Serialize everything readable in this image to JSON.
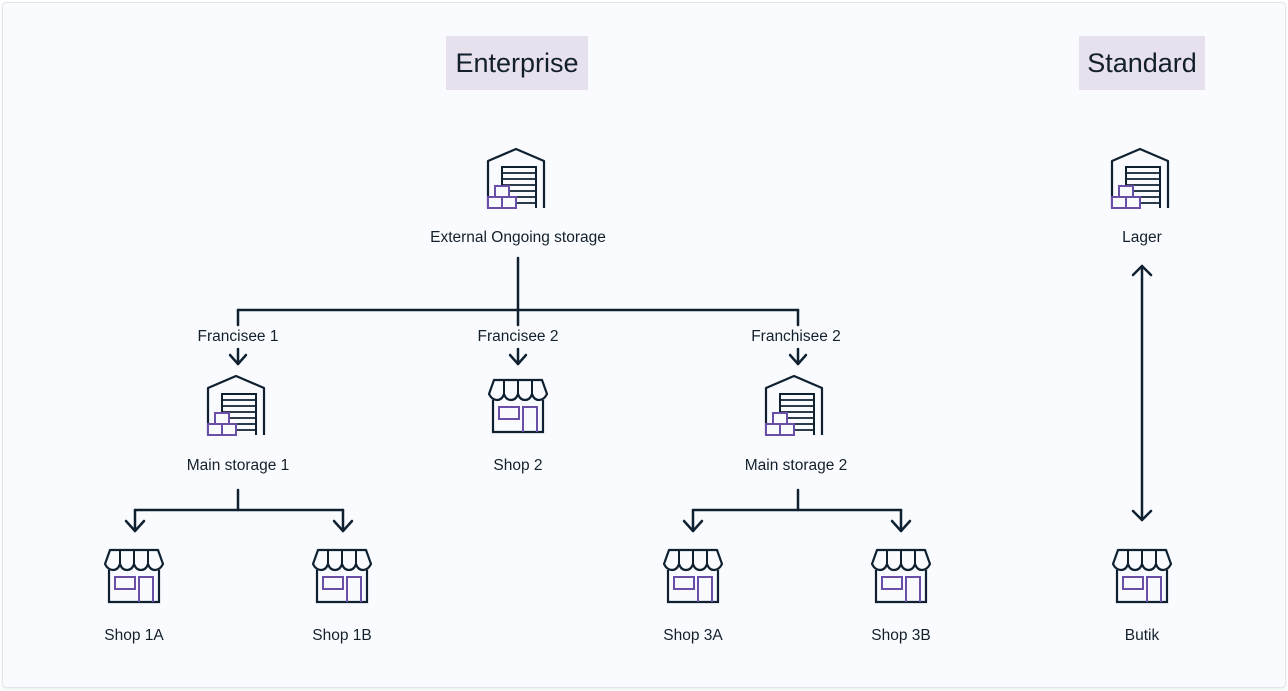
{
  "headings": {
    "enterprise": "Enterprise",
    "standard": "Standard"
  },
  "nodes": {
    "external_storage": "External Ongoing storage",
    "francisee_1": "Francisee 1",
    "francisee_2": "Francisee 2",
    "franchisee_2": "Franchisee 2",
    "main_storage_1": "Main storage 1",
    "shop_2": "Shop 2",
    "main_storage_2": "Main storage 2",
    "shop_1a": "Shop 1A",
    "shop_1b": "Shop 1B",
    "shop_3a": "Shop 3A",
    "shop_3b": "Shop 3B",
    "lager": "Lager",
    "butik": "Butik"
  },
  "colors": {
    "line": "#0f2131",
    "box_accent": "#6a4fa8",
    "heading_bg": "#e6e1ec",
    "canvas_bg": "#fafbfe"
  },
  "icons": {
    "warehouse": "warehouse-icon",
    "shop": "shop-icon"
  }
}
